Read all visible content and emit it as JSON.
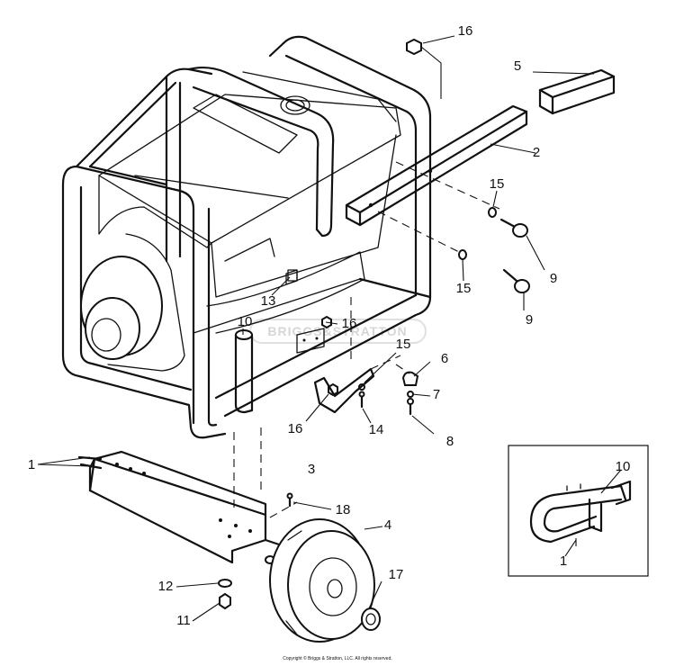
{
  "callouts": [
    {
      "label": "16",
      "part": "nut-top"
    },
    {
      "label": "5",
      "part": "handle-grip"
    },
    {
      "label": "2",
      "part": "handle-bar"
    },
    {
      "label": "15",
      "part": "lock-washer-upper"
    },
    {
      "label": "9",
      "part": "bolt-upper"
    },
    {
      "label": "15",
      "part": "lock-washer-lower"
    },
    {
      "label": "9",
      "part": "bolt-lower"
    },
    {
      "label": "13",
      "part": "frame-clip"
    },
    {
      "label": "16",
      "part": "nut-frame"
    },
    {
      "label": "10",
      "part": "tube-sleeve"
    },
    {
      "label": "15",
      "part": "lock-washer-bracket"
    },
    {
      "label": "6",
      "part": "rubber-foot"
    },
    {
      "label": "7",
      "part": "lock-washer-foot"
    },
    {
      "label": "8",
      "part": "foot-screw"
    },
    {
      "label": "14",
      "part": "bracket-screw"
    },
    {
      "label": "16",
      "part": "nut-bracket"
    },
    {
      "label": "3",
      "part": "support-bracket"
    },
    {
      "label": "1",
      "part": "wheel-axle-bracket"
    },
    {
      "label": "18",
      "part": "cotter-pin"
    },
    {
      "label": "4",
      "part": "wheel"
    },
    {
      "label": "12",
      "part": "washer"
    },
    {
      "label": "17",
      "part": "hub-cap"
    },
    {
      "label": "11",
      "part": "nut-axle"
    }
  ],
  "inset": {
    "callouts": [
      {
        "label": "10",
        "part": "tube-sleeve"
      },
      {
        "label": "1",
        "part": "wheel-axle-bracket"
      }
    ]
  },
  "watermark": "BRIGGS&STRATTON",
  "copyright": "Copyright © Briggs & Stratton, LLC. All rights reserved."
}
